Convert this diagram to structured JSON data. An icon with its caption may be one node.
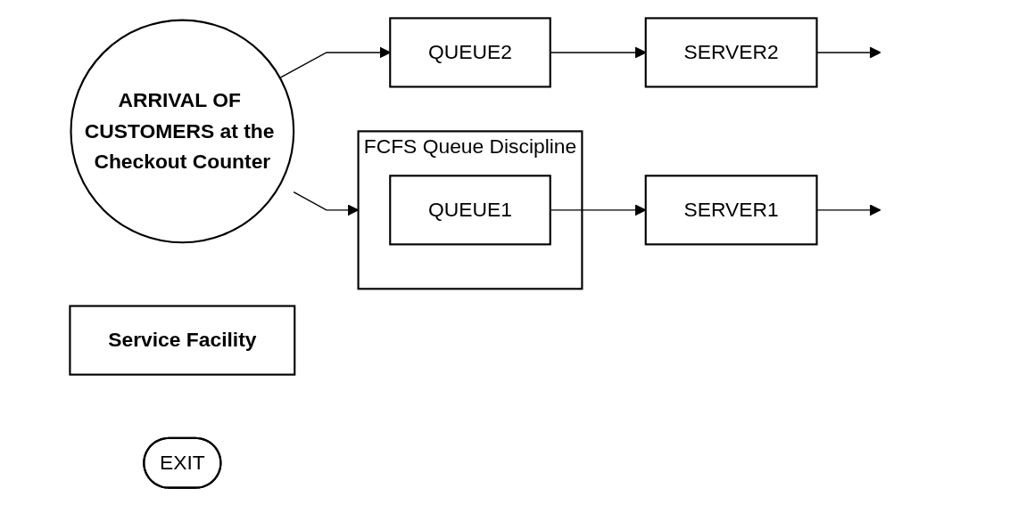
{
  "diagram": {
    "nodes": [
      {
        "text": [
          "ARRIVAL OF CUSTOMERS at the Checkout Counter"
        ]
      },
      {
        "text": [
          "Service Facility"
        ]
      },
      {
        "text": [
          "FCFS Queue Discipline"
        ]
      },
      {
        "text": [
          "QUEUE1"
        ],
        "in": 2
      },
      {
        "text": [
          "SERVER1"
        ]
      },
      {
        "text": [
          "QUEUE2"
        ]
      },
      {
        "text": [
          "SERVER2"
        ]
      },
      {
        "text": [
          "EXIT"
        ]
      }
    ],
    "edges": [
      {
        "from": 0,
        "to": 2,
        "arrow": "to"
      },
      {
        "from": 0,
        "to": 5,
        "arrow": "to"
      },
      {
        "from": 3,
        "to": 4,
        "arrow": "to"
      },
      {
        "from": 5,
        "to": 6,
        "arrow": "to"
      },
      {
        "from": 4,
        "to": null,
        "arrow": "to"
      },
      {
        "from": 6,
        "to": null,
        "arrow": "to"
      }
    ]
  }
}
